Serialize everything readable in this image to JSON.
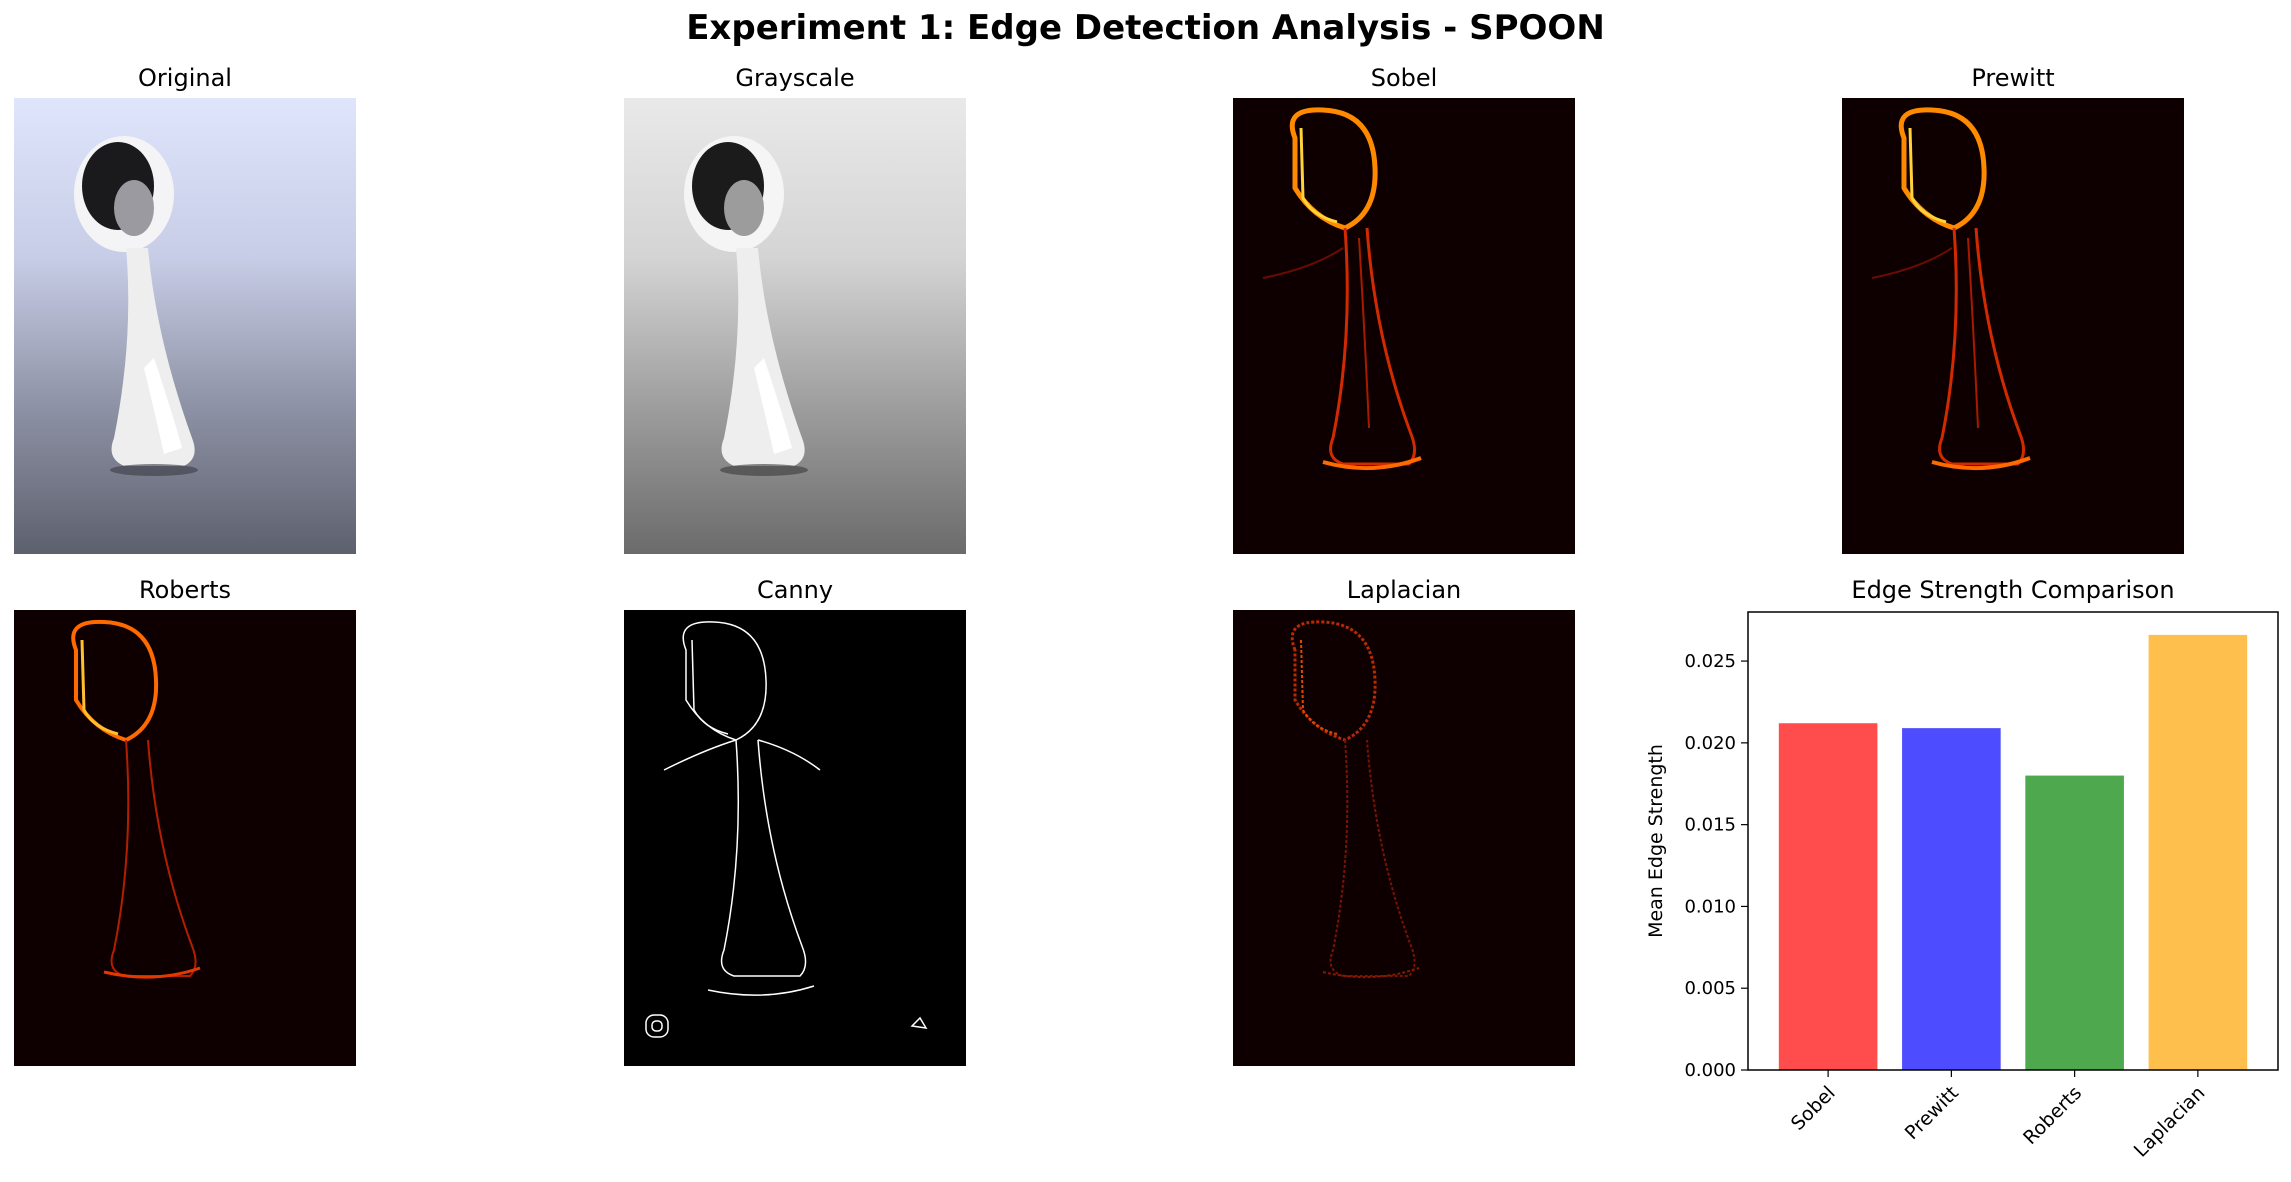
{
  "figure": {
    "title": "Experiment 1: Edge Detection Analysis - SPOON"
  },
  "panels": {
    "original": "Original",
    "grayscale": "Grayscale",
    "sobel": "Sobel",
    "prewitt": "Prewitt",
    "roberts": "Roberts",
    "canny": "Canny",
    "laplacian": "Laplacian"
  },
  "chart_data": {
    "type": "bar",
    "title": "Edge Strength Comparison",
    "xlabel": "",
    "ylabel": "Mean Edge Strength",
    "categories": [
      "Sobel",
      "Prewitt",
      "Roberts",
      "Laplacian"
    ],
    "values": [
      0.0212,
      0.0209,
      0.018,
      0.0266
    ],
    "colors": [
      "#ff4d4d",
      "#4d4dff",
      "#4ea84e",
      "#ffbf4d"
    ],
    "ylim": [
      0,
      0.028
    ],
    "yticks": [
      "0.000",
      "0.005",
      "0.010",
      "0.015",
      "0.020",
      "0.025"
    ],
    "grid": false
  }
}
